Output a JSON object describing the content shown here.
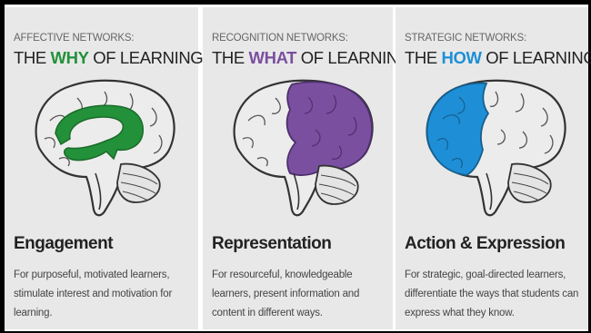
{
  "colors": {
    "why": "#23913a",
    "what": "#7a4fa0",
    "how": "#1e8fd6"
  },
  "panels": [
    {
      "kicker": "AFFECTIVE NETWORKS:",
      "headline_prefix": "THE ",
      "headline_highlight": "WHY",
      "headline_suffix": " OF LEARNING",
      "icon": "brain-icon-affective",
      "title": "Engagement",
      "description": "For purposeful, motivated learners, stimulate interest and motivation for learning."
    },
    {
      "kicker": "RECOGNITION NETWORKS:",
      "headline_prefix": "THE ",
      "headline_highlight": "WHAT",
      "headline_suffix": " OF LEARNING",
      "icon": "brain-icon-recognition",
      "title": "Representation",
      "description": "For resourceful, knowledgeable learners, present information and content in different ways."
    },
    {
      "kicker": "STRATEGIC NETWORKS:",
      "headline_prefix": "THE ",
      "headline_highlight": "HOW",
      "headline_suffix": " OF LEARNING",
      "icon": "brain-icon-strategic",
      "title": "Action & Expression",
      "description": "For strategic, goal-directed learners, differentiate the ways that students can express what they know."
    }
  ]
}
